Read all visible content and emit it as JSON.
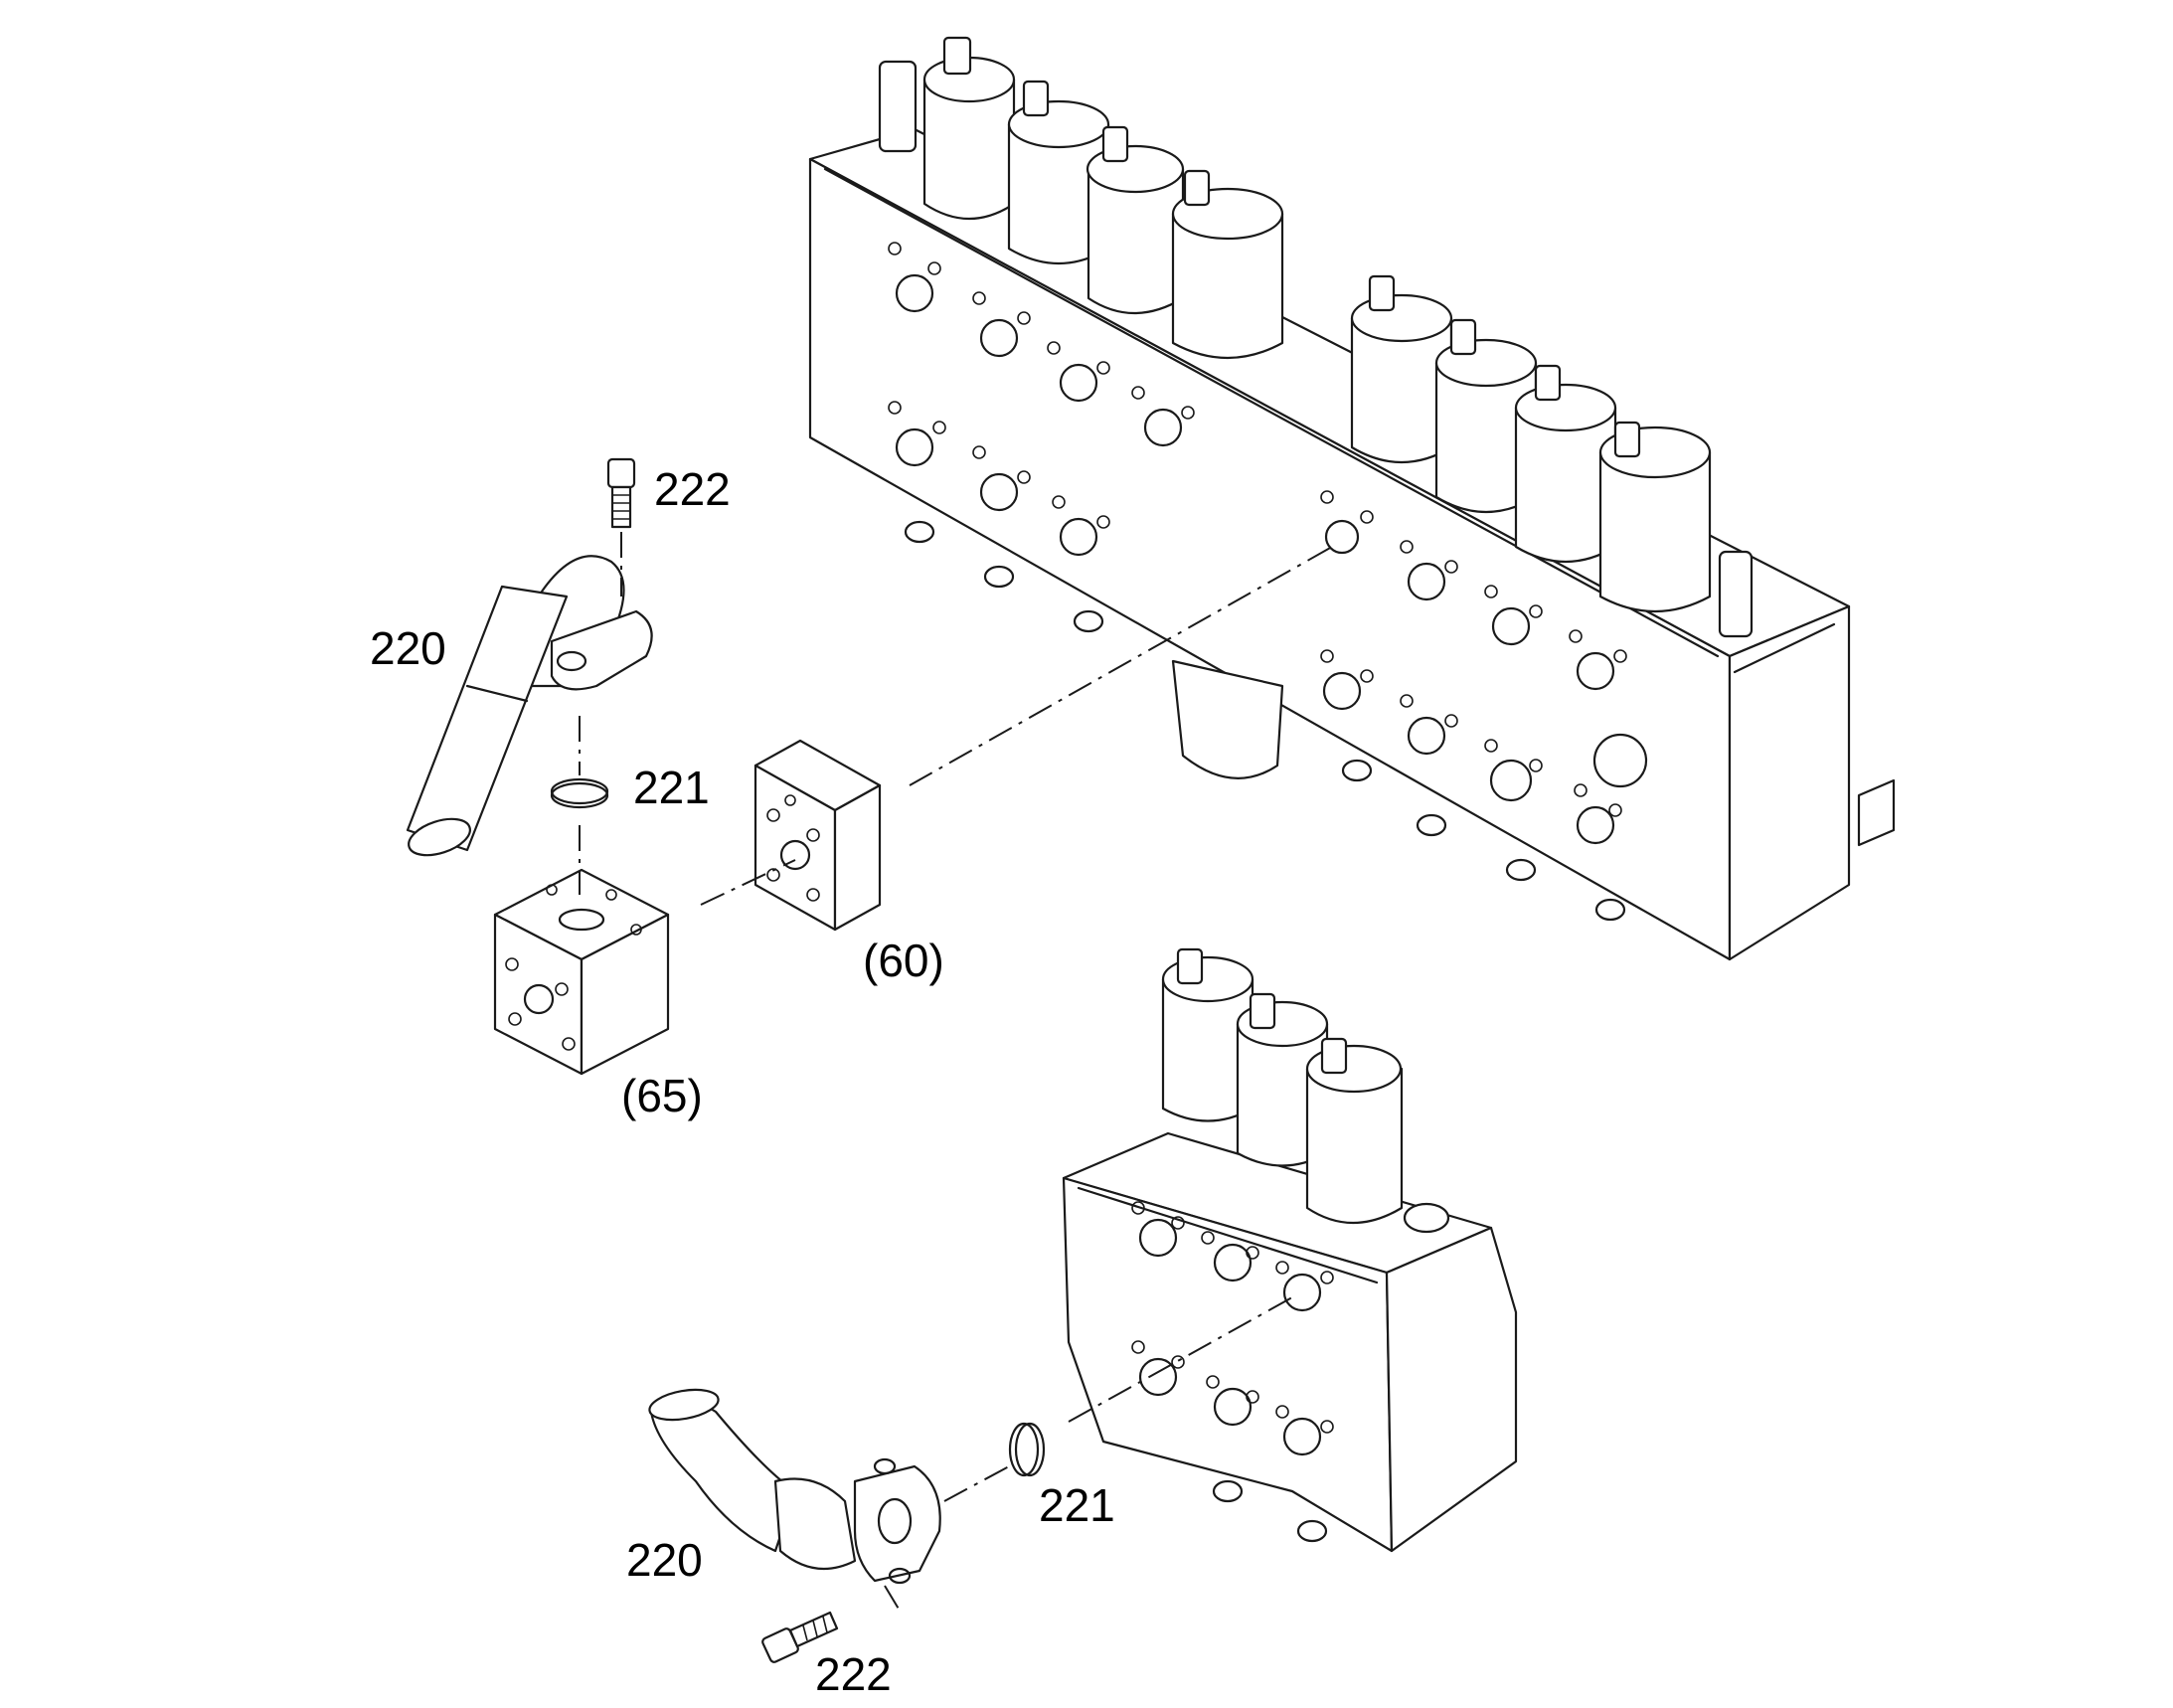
{
  "labels": {
    "bolt_top": "222",
    "pipe_top": "220",
    "oring_top": "221",
    "block_60": "(60)",
    "block_65": "(65)",
    "pipe_bottom": "220",
    "oring_bottom": "221",
    "bolt_bottom": "222"
  }
}
